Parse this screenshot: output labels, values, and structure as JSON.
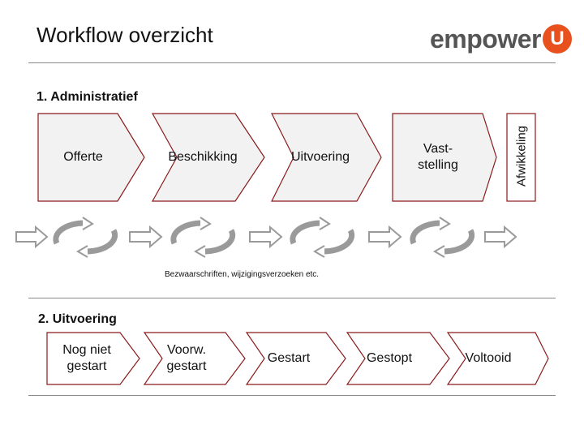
{
  "header": {
    "title": "Workflow overzicht",
    "logo_text": "empower",
    "logo_badge": "U"
  },
  "section1": {
    "label": "1. Administratief",
    "stages": [
      "Offerte",
      "Beschikking",
      "Uitvoering",
      "Vast-\nstelling"
    ],
    "side_label": "Afwikkeling",
    "note": "Bezwaarschriften, wijzigingsverzoeken etc."
  },
  "section2": {
    "label": "2. Uitvoering",
    "stages": [
      "Nog niet\ngestart",
      "Voorw.\ngestart",
      "Gestart",
      "Gestopt",
      "Voltooid"
    ]
  },
  "colors": {
    "accent": "#e8501e",
    "chevron_stroke": "#8b1a1a",
    "chevron_fill": "#f2f2f2",
    "arrow_gray": "#9a9a9a"
  }
}
